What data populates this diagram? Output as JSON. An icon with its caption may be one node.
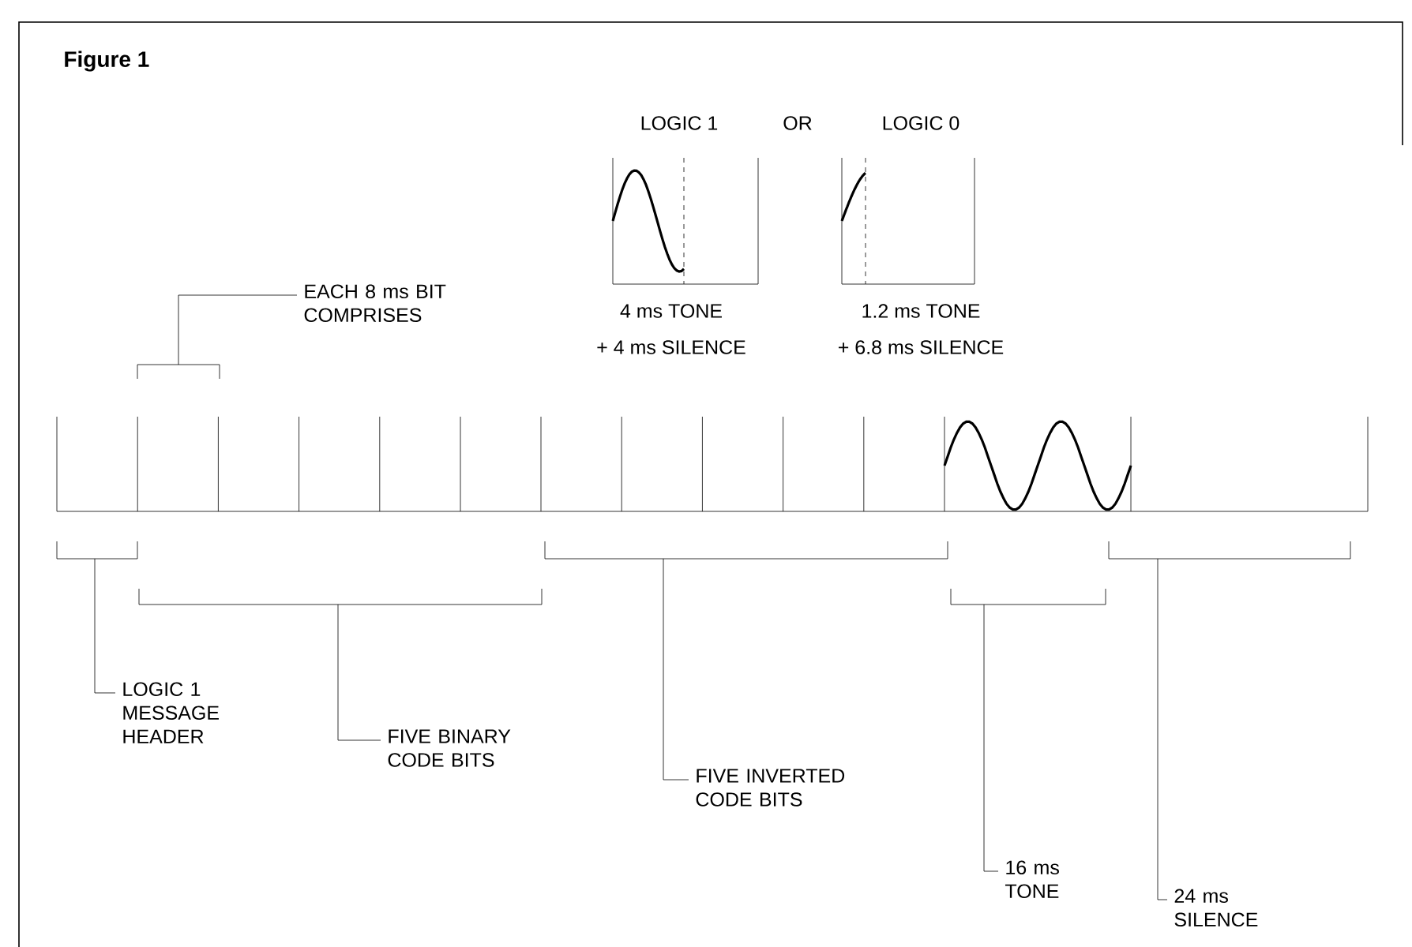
{
  "diagram": {
    "title": "Figure 1",
    "nodes": [
      {
        "text": [
          "EACH 8 ms BIT COMPRISES"
        ]
      },
      {
        "text": [
          "LOGIC 1 MESSAGE HEADER"
        ]
      },
      {
        "text": [
          "FIVE BINARY CODE BITS"
        ]
      },
      {
        "text": [
          "FIVE INVERTED CODE BITS"
        ]
      },
      {
        "text": [
          "16 ms TONE"
        ]
      },
      {
        "text": [
          "24 ms SILENCE"
        ]
      }
    ],
    "edges": [
      {
        "from": 0,
        "to": null,
        "arrow": "none"
      },
      {
        "from": 1,
        "to": null,
        "arrow": "none"
      },
      {
        "from": 2,
        "to": null,
        "arrow": "none"
      },
      {
        "from": 3,
        "to": null,
        "arrow": "none"
      },
      {
        "from": 4,
        "to": null,
        "arrow": "none"
      },
      {
        "from": 5,
        "to": null,
        "arrow": "none"
      }
    ],
    "labels": [
      "LOGIC 1",
      "OR",
      "LOGIC 0",
      "4 ms TONE",
      "1.2 ms TONE",
      "+ 4 ms SILENCE",
      "+ 6.8 ms SILENCE"
    ]
  }
}
